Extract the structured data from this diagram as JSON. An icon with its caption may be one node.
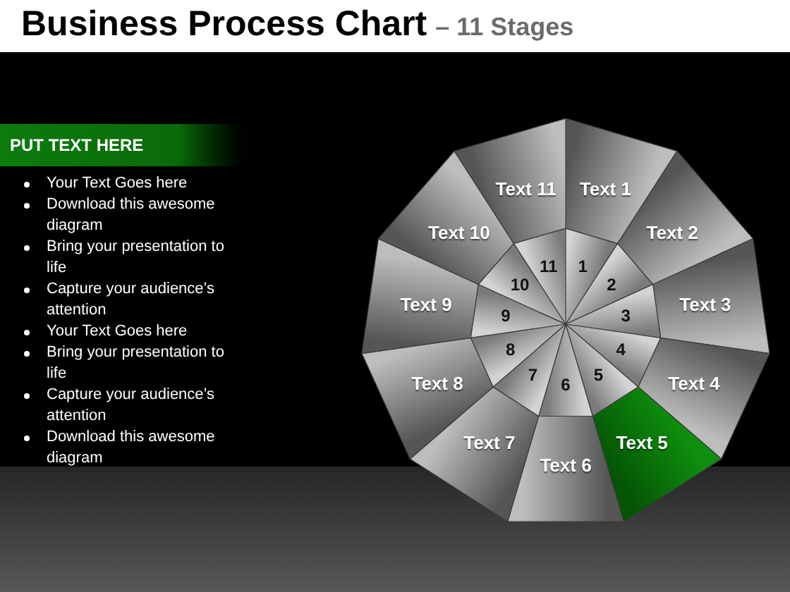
{
  "diagram": {
    "title": "Business Process Chart",
    "nodes": [
      {
        "text": [
          "PUT TEXT HERE"
        ]
      },
      {
        "text": [
          "Text 1"
        ]
      },
      {
        "text": [
          "Text 2"
        ]
      },
      {
        "text": [
          "Text 3"
        ]
      },
      {
        "text": [
          "Text 4"
        ]
      },
      {
        "text": [
          "Text 5"
        ]
      },
      {
        "text": [
          "Text 6"
        ]
      },
      {
        "text": [
          "Text 7"
        ]
      },
      {
        "text": [
          "Text 8"
        ]
      },
      {
        "text": [
          "Text 9"
        ]
      },
      {
        "text": [
          "Text 10"
        ]
      },
      {
        "text": [
          "Text 11"
        ]
      },
      {
        "text": [
          "1"
        ]
      },
      {
        "text": [
          "2"
        ]
      },
      {
        "text": [
          "3"
        ]
      },
      {
        "text": [
          "4"
        ]
      },
      {
        "text": [
          "5"
        ]
      },
      {
        "text": [
          "6"
        ]
      },
      {
        "text": [
          "7"
        ]
      },
      {
        "text": [
          "8"
        ]
      },
      {
        "text": [
          "9"
        ]
      },
      {
        "text": [
          "10"
        ]
      },
      {
        "text": [
          "11"
        ]
      }
    ],
    "labels": [
      "– 11 Stages",
      "Your Text Goes here",
      "Download this awesome diagram",
      "Bring your presentation to life",
      "Capture your audience’s attention",
      "Your Text Goes here",
      "Bring your presentation to life",
      "Capture your audience’s attention",
      "Download this awesome diagram"
    ]
  }
}
